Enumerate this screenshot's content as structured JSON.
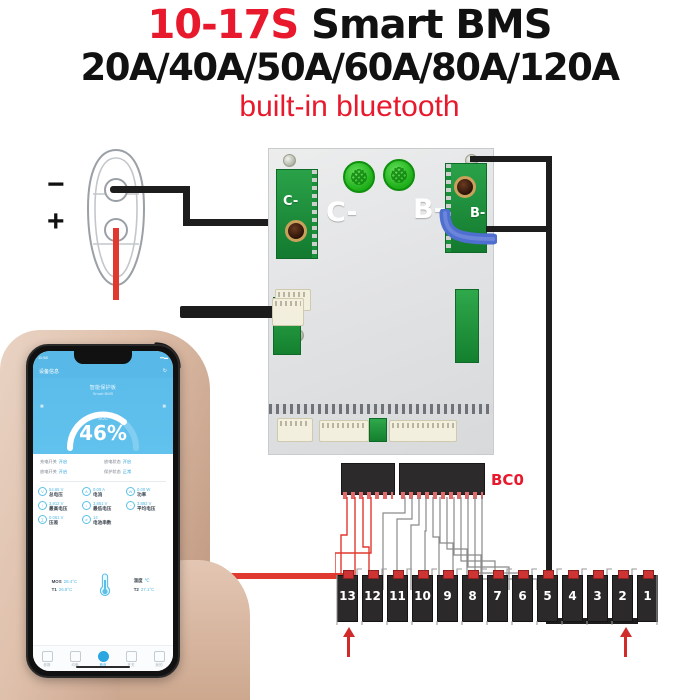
{
  "title": {
    "line1_red": "10-17S",
    "line1_black": "Smart BMS",
    "line2": "20A/40A/50A/60A/80A/120A",
    "line2_parts": [
      "20A",
      "40A",
      "50A",
      "60A",
      "80A",
      "120A"
    ],
    "line3": "built-in bluetooth",
    "accent_red": "#e8192c",
    "black": "#111111"
  },
  "diagram": {
    "charger": {
      "name": "charge-port",
      "minus_label": "−",
      "plus_label": "+",
      "red_wire_color": "#e0392f",
      "black_wire_color": "#1d1d1d"
    },
    "board": {
      "name": "bms-board",
      "c_minus_label": "C-",
      "b_minus_label": "B-",
      "c_minus_pad_label": "C-",
      "b_minus_pad_label": "B-",
      "body_color": "#e3e4e6",
      "pcb_green": "#1b8f3a",
      "blue_wire_color": "#4f6fd0"
    },
    "pack": {
      "name": "battery-pack",
      "connector_label": "BC0",
      "cell_count": 13,
      "cell_numbers": [
        "13",
        "12",
        "11",
        "10",
        "9",
        "8",
        "7",
        "6",
        "5",
        "4",
        "3",
        "2",
        "1"
      ],
      "arrow_color": "#cf2b2b",
      "balance_wire_red": "#e0392f",
      "balance_wire_gray": "#8a8a8a"
    }
  },
  "phone": {
    "name": "smartphone-bms-app",
    "status": {
      "time": "11:58",
      "icons": "▾▾▬"
    },
    "appbar": {
      "title": "设备信息",
      "right_icon": "refresh-icon"
    },
    "hero": {
      "title": "智能保护板",
      "subtitle": "Smart BMS",
      "soc_label": "SOC",
      "soc_value": "46%",
      "soc_percent": 46
    },
    "stats": [
      {
        "label": "充电开关",
        "value": "开启"
      },
      {
        "label": "放电状态",
        "value": "开启"
      },
      {
        "label": "放电开关",
        "value": "开启"
      },
      {
        "label": "保护状态",
        "value": "正常"
      }
    ],
    "metrics": [
      {
        "icon": "V",
        "value": "54.65 V",
        "label": "总电压"
      },
      {
        "icon": "A",
        "value": "0.00 A",
        "label": "电流"
      },
      {
        "icon": "W",
        "value": "0.00 W",
        "label": "功率"
      },
      {
        "icon": "↑",
        "value": "3.912 V",
        "label": "最高电压"
      },
      {
        "icon": "↓",
        "value": "3.851 V",
        "label": "最低电压"
      },
      {
        "icon": "~",
        "value": "3.892 V",
        "label": "平均电压"
      },
      {
        "icon": "∑",
        "value": "0.061 V",
        "label": "压差"
      },
      {
        "icon": "#",
        "value": "14",
        "label": "电池串数"
      }
    ],
    "temps": {
      "left": [
        {
          "key": "MOS",
          "value": "28.4°C"
        },
        {
          "key": "T1",
          "value": "26.9°C"
        }
      ],
      "right": [
        {
          "key": "温度",
          "value": "℃"
        },
        {
          "key": "T2",
          "value": "27.1°C"
        }
      ],
      "icon": "thermometer-icon"
    },
    "nav": [
      {
        "label": "参数",
        "icon": "params-icon",
        "active": false
      },
      {
        "label": "均衡",
        "icon": "balance-icon",
        "active": false
      },
      {
        "label": "首页",
        "icon": "home-icon",
        "active": true
      },
      {
        "label": "开关",
        "icon": "power-icon",
        "active": false
      },
      {
        "label": "我的",
        "icon": "user-icon",
        "active": false
      }
    ],
    "bluetooth_signal": "wireless-waves-icon"
  }
}
